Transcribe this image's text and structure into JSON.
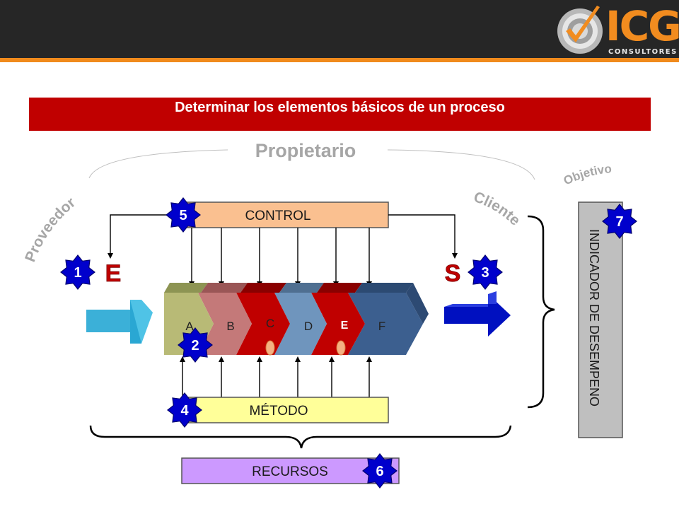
{
  "logo": {
    "name": "ICG",
    "subtitle": "CONSULTORES"
  },
  "title": "Determinar los elementos básicos de un proceso",
  "labels": {
    "propietario": "Propietario",
    "objetivo": "Objetivo",
    "proveedor": "Proveedor",
    "cliente": "Cliente",
    "entrada": "E",
    "salida": "S",
    "control": "CONTROL",
    "metodo": "MÉTODO",
    "recursos": "RECURSOS",
    "indicador": "INDICADOR DE DESEMPENO"
  },
  "steps": [
    "A",
    "B",
    "C",
    "D",
    "E",
    "F"
  ],
  "badges": [
    "1",
    "2",
    "3",
    "4",
    "5",
    "6",
    "7"
  ],
  "colors": {
    "title_bar": "#c00000",
    "orange_accent": "#f08a1c",
    "control_box": "#fac090",
    "metodo_box": "#ffff99",
    "recursos_box": "#cc99ff",
    "indicador_box": "#bfbfbf",
    "badge": "#0000cc",
    "gray_text": "#a6a6a6",
    "io_letter": "#c00000"
  }
}
